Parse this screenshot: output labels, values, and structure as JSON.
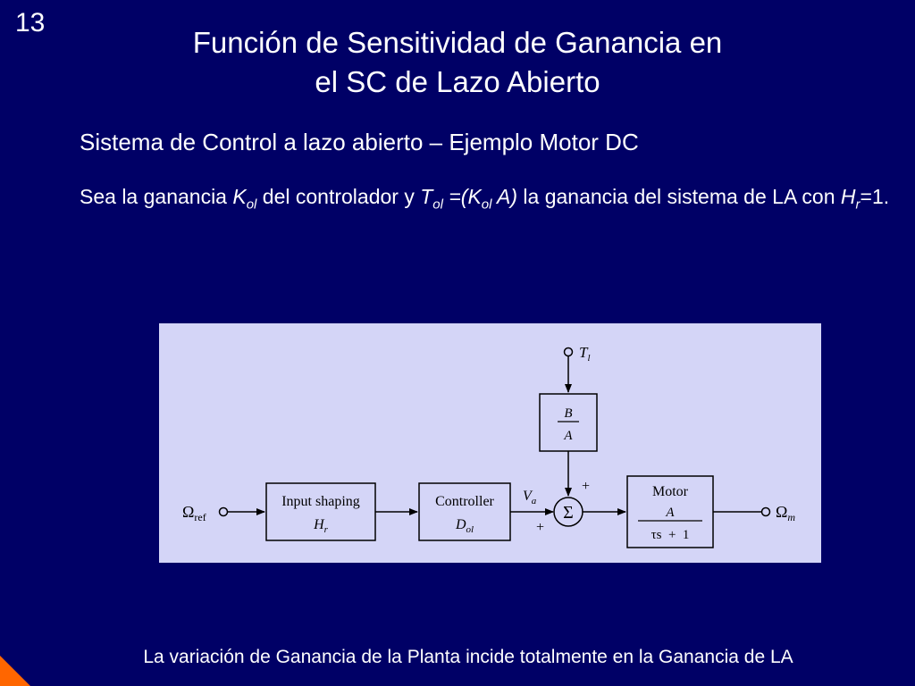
{
  "slide_number": "13",
  "title": {
    "line1": "Función de Sensitividad de Ganancia en",
    "line2": "el SC de Lazo Abierto"
  },
  "subtitle": "Sistema de Control a lazo abierto – Ejemplo Motor DC",
  "body": {
    "t1": "Sea la ganancia ",
    "k_main": "K",
    "k_sub": "ol",
    "t2": " del controlador y ",
    "t_main": "T",
    "t_sub": "ol",
    "t3": " =(",
    "k2_main": "K",
    "k2_sub": "ol",
    "t4": " A)",
    "t5": " la ganancia del sistema de LA con ",
    "h_main": "H",
    "h_sub": "r",
    "t6": "=1."
  },
  "diagram": {
    "input_symbol": "Ω",
    "input_sub": "ref",
    "input_shaping_label": "Input shaping",
    "input_shaping_tf": "H",
    "input_shaping_tf_sub": "r",
    "controller_label": "Controller",
    "controller_tf": "D",
    "controller_tf_sub": "ol",
    "va_main": "V",
    "va_sub": "a",
    "sum_symbol": "Σ",
    "plus_top": "+",
    "plus_bottom": "+",
    "disturbance_main": "T",
    "disturbance_sub": "l",
    "disturbance_num": "B",
    "disturbance_den": "A",
    "motor_label": "Motor",
    "motor_num": "A",
    "motor_den": "τs  +  1",
    "output_symbol": "Ω",
    "output_sub": "m"
  },
  "footer": "La variación de Ganancia de la Planta incide totalmente en la Ganancia de LA",
  "colors": {
    "background": "#000066",
    "text": "#ffffff",
    "diagram_bg": "#d4d5f7",
    "corner_accent": "#ff6600"
  }
}
